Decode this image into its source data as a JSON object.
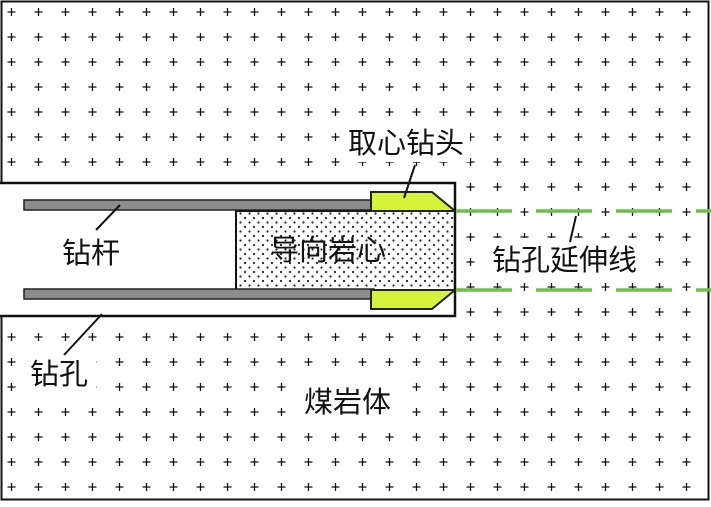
{
  "labels": {
    "coring_bit": "取心钻头",
    "drill_rod": "钻杆",
    "guide_core": "导向岩心",
    "hole_extension": "钻孔延伸线",
    "borehole": "钻孔",
    "coal_rock": "煤岩体"
  },
  "colors": {
    "rock_symbol": "#111111",
    "bit_fill": "#d7f23a",
    "extension_line": "#6cc04a",
    "rod": "#8c8c8c"
  }
}
